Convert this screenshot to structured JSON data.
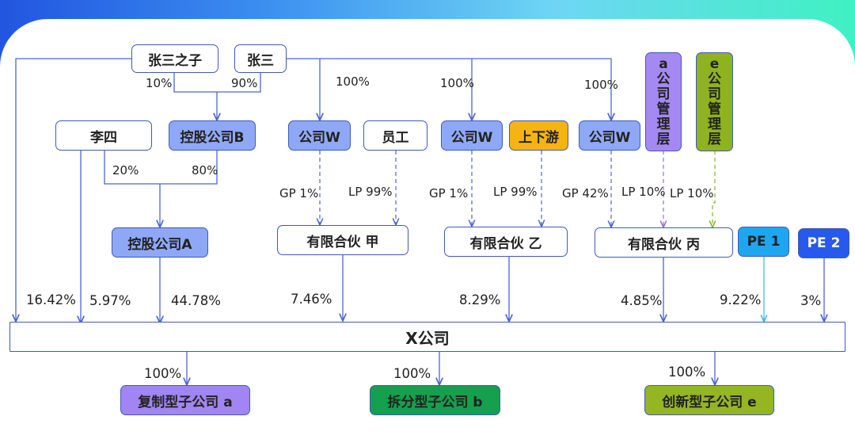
{
  "colors": {
    "line": "#4a66d6",
    "dash": "#4a66d6",
    "box_border": "#3d5bb8",
    "holding": "#8fa8f6",
    "company_w": "#8fa8f6",
    "updown": "#f6b413",
    "mgmt_a": "#a589f2",
    "mgmt_e": "#8fb21f",
    "pe1": "#1ea7ef",
    "pe2": "#2759ec",
    "sub_a": "#a185f2",
    "sub_b": "#14a04c",
    "sub_e": "#95b523"
  },
  "nodes": {
    "zs_son": "张三之子",
    "zs": "张三",
    "lisi": "李四",
    "holding_b": "控股公司B",
    "company_w1": "公司W",
    "employee": "员工",
    "company_w2": "公司W",
    "updown": "上下游",
    "company_w3": "公司W",
    "mgmt_a": [
      "a",
      "公",
      "司",
      "管",
      "理",
      "层"
    ],
    "mgmt_e": [
      "e",
      "公",
      "司",
      "管",
      "理",
      "层"
    ],
    "holding_a": "控股公司A",
    "lp_jia": "有限合伙 甲",
    "lp_yi": "有限合伙 乙",
    "lp_bing": "有限合伙 丙",
    "pe1": "PE 1",
    "pe2": "PE 2",
    "x_company": "X公司",
    "sub_a": "复制型子公司 a",
    "sub_b": "拆分型子公司 b",
    "sub_e": "创新型子公司 e"
  },
  "labels": {
    "son_to_b": "10%",
    "zs_to_b": "90%",
    "zs_to_w1": "100%",
    "zs_to_w2": "100%",
    "zs_to_w3": "100%",
    "lisi_to_a": "20%",
    "b_to_a": "80%",
    "w1_gp": "GP 1%",
    "emp_lp": "LP 99%",
    "w2_gp": "GP 1%",
    "updown_lp": "LP 99%",
    "w3_gp": "GP 42%",
    "mgmt_a_lp": "LP 10%",
    "mgmt_e_lp": "LP 10%",
    "x_son": "16.42%",
    "x_lisi": "5.97%",
    "x_holding_a": "44.78%",
    "x_jia": "7.46%",
    "x_yi": "8.29%",
    "x_bing": "4.85%",
    "x_pe1": "9.22%",
    "x_pe2": "3%",
    "sub_a_pct": "100%",
    "sub_b_pct": "100%",
    "sub_e_pct": "100%"
  }
}
